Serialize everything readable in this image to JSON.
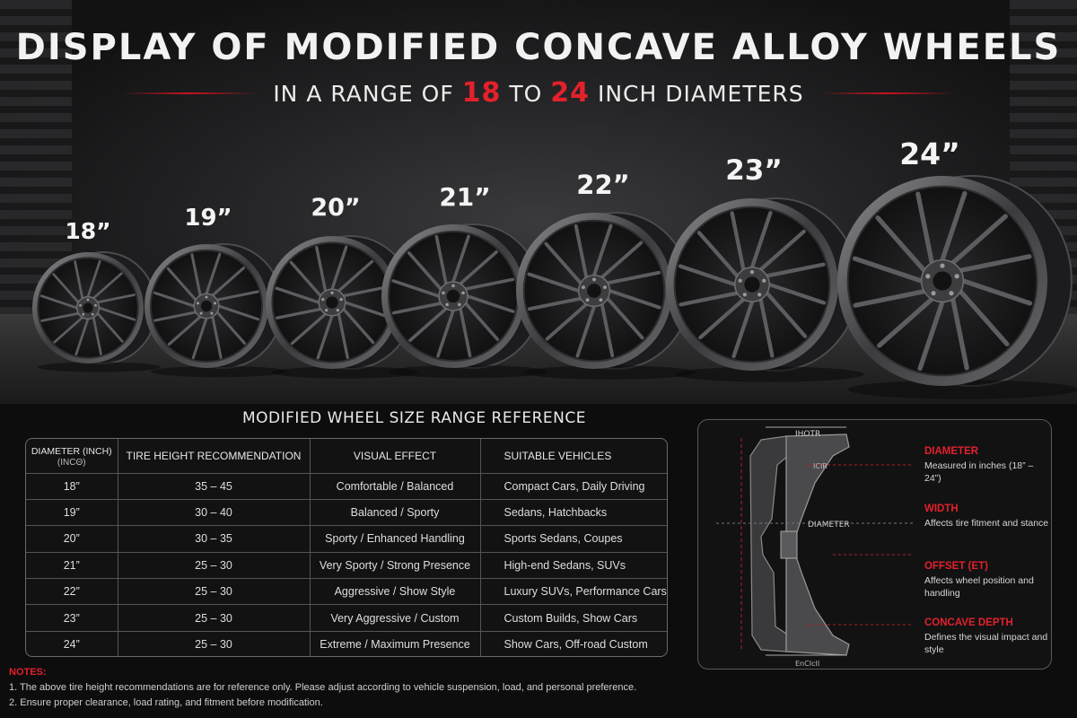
{
  "title": "DISPLAY OF MODIFIED CONCAVE ALLOY WHEELS",
  "subtitle": {
    "prefix": "IN A RANGE OF",
    "min": "18",
    "middle": "TO",
    "max": "24",
    "suffix": "INCH DIAMETERS"
  },
  "wheels": [
    {
      "label": "18”"
    },
    {
      "label": "19”"
    },
    {
      "label": "20”"
    },
    {
      "label": "21”"
    },
    {
      "label": "22”"
    },
    {
      "label": "23”"
    },
    {
      "label": "24”"
    }
  ],
  "table": {
    "title": "MODIFIED WHEEL SIZE RANGE REFERENCE",
    "headers": {
      "diameter": "DIAMETER (INCH)",
      "diameter_sub": "(INCΘ)",
      "tire": "TIRE HEIGHT RECOMMENDATION",
      "visual": "VISUAL EFFECT",
      "vehicles": "SUITABLE VEHICLES"
    },
    "rows": [
      {
        "diameter": "18”",
        "tire": "35 – 45",
        "visual": "Comfortable / Balanced",
        "vehicles": "Compact Cars, Daily Driving"
      },
      {
        "diameter": "19”",
        "tire": "30 – 40",
        "visual": "Balanced / Sporty",
        "vehicles": "Sedans, Hatchbacks"
      },
      {
        "diameter": "20”",
        "tire": "30 – 35",
        "visual": "Sporty / Enhanced Handling",
        "vehicles": "Sports Sedans, Coupes"
      },
      {
        "diameter": "21”",
        "tire": "25 – 30",
        "visual": "Very Sporty / Strong Presence",
        "vehicles": "High-end Sedans, SUVs"
      },
      {
        "diameter": "22”",
        "tire": "25 – 30",
        "visual": "Aggressive / Show Style",
        "vehicles": "Luxury SUVs, Performance Cars"
      },
      {
        "diameter": "23”",
        "tire": "25 – 30",
        "visual": "Very Aggressive / Custom",
        "vehicles": "Custom Builds, Show Cars"
      },
      {
        "diameter": "24”",
        "tire": "25 – 30",
        "visual": "Extreme / Maximum Presence",
        "vehicles": "Show Cars, Off-road Custom"
      }
    ]
  },
  "notes": {
    "title": "NOTES:",
    "items": [
      "1. The above tire height recommendations are for reference only. Please adjust according to vehicle suspension, load, and personal preference.",
      "2. Ensure proper clearance, load rating, and fitment before modification."
    ]
  },
  "diagram": {
    "labels": {
      "top": "IHOTR",
      "inner": "ICIR",
      "diameter_mark": "DIAMETER",
      "bottom": "EnCIcII"
    },
    "legend": [
      {
        "title": "DIAMETER",
        "text": "Measured in inches (18” – 24”)"
      },
      {
        "title": "WIDTH",
        "text": "Affects tire fitment and stance"
      },
      {
        "title": "OFFSET (ET)",
        "text": "Affects wheel position and handling"
      },
      {
        "title": "CONCAVE DEPTH",
        "text": "Defines the visual impact and style"
      }
    ]
  },
  "colors": {
    "accent": "#e3212b",
    "background": "#0d0d0e",
    "table_border": "#555555"
  }
}
